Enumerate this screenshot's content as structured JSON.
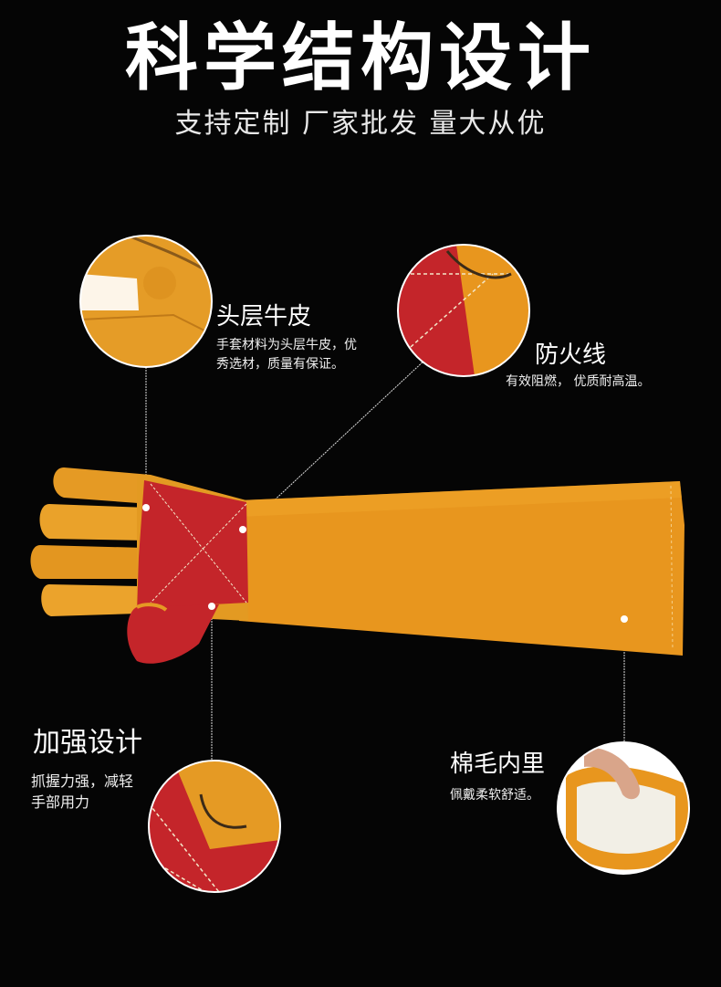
{
  "header": {
    "title": "科学结构设计",
    "subtitle": "支持定制 厂家批发 量大从优"
  },
  "features": {
    "cowhide": {
      "title": "头层牛皮",
      "desc_line1": "手套材料为头层牛皮，优",
      "desc_line2": "秀选材，质量有保证。"
    },
    "fireproof_thread": {
      "title": "防火线",
      "desc_line1": "有效阻燃， 优质耐高温。"
    },
    "reinforced": {
      "title": "加强设计",
      "desc_line1": "抓握力强，减轻",
      "desc_line2": "手部用力"
    },
    "cotton_lining": {
      "title": "棉毛内里",
      "desc_line1": "佩戴柔软舒适。"
    }
  },
  "colors": {
    "background": "#050505",
    "leather": "#e89a1f",
    "leather_dark": "#c97a12",
    "red_patch": "#c4252a",
    "stitch": "#f3e7c8",
    "lining": "#f2efe6"
  }
}
